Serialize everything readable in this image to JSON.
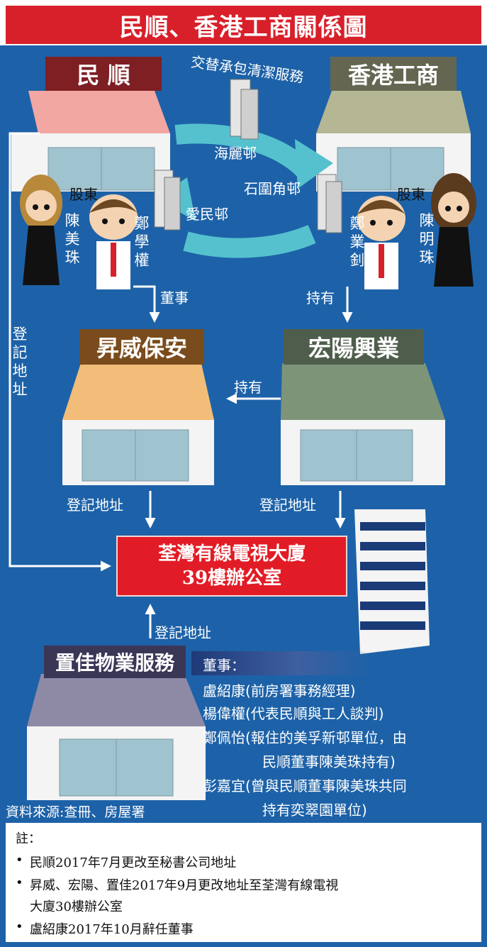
{
  "title": "民順、香港工商關係圖",
  "companies": {
    "minshun": "民 順",
    "hk_industrial": "香港工商",
    "shengwei": "昇威保安",
    "hongyang": "宏陽興業",
    "zhijia": "置佳物業服務"
  },
  "cycle_label": "交替承包清潔服務",
  "estates": {
    "hailai": "海麗邨",
    "shiweijiao": "石圍角邨",
    "aimin": "愛民邨"
  },
  "people": {
    "left_role": "股東",
    "right_role": "股東",
    "chen_meizhu": "陳美珠",
    "zheng_xuequan": "鄭學權",
    "zheng_yezhao": "鄭業釗",
    "chen_mingzhu": "陳明珠"
  },
  "relations": {
    "director": "董事",
    "hold_right": "持有",
    "hold_middle": "持有",
    "reg_left_vertical": "登記地址",
    "reg_shengwei": "登記地址",
    "reg_hongyang": "登記地址",
    "reg_zhijia": "登記地址"
  },
  "center_box": {
    "line1": "荃灣有線電視大廈",
    "line2": "39樓辦公室"
  },
  "directors": {
    "heading": "董事：",
    "line1": "盧紹康(前房署事務經理)",
    "line2": "楊偉權(代表民順與工人談判)",
    "line3": "鄭佩怡(報住的美孚新邨單位，由",
    "line4": "民順董事陳美珠持有)",
    "line5": "彭嘉宜(曾與民順董事陳美珠共同",
    "line6": "持有奕翠園單位)"
  },
  "source": "資料來源:查冊、房屋署",
  "notes": {
    "heading": "註：",
    "n1": "民順2017年7月更改至秘書公司地址",
    "n2a": "昇威、宏陽、置佳2017年9月更改地址至荃灣有線電視",
    "n2b": "大廈30樓辦公室",
    "n3": "盧紹康2017年10月辭任董事"
  },
  "colors": {
    "background": "#1d62a8",
    "accent_red": "#d8202a",
    "minshun_roof": "#f2a7a2",
    "hk_roof": "#b5b693",
    "shengwei_roof": "#f2bd78",
    "hongyang_roof": "#7d9479",
    "zhijia_roof": "#8e8aa6",
    "cycle_arrow": "#55c1cf"
  }
}
